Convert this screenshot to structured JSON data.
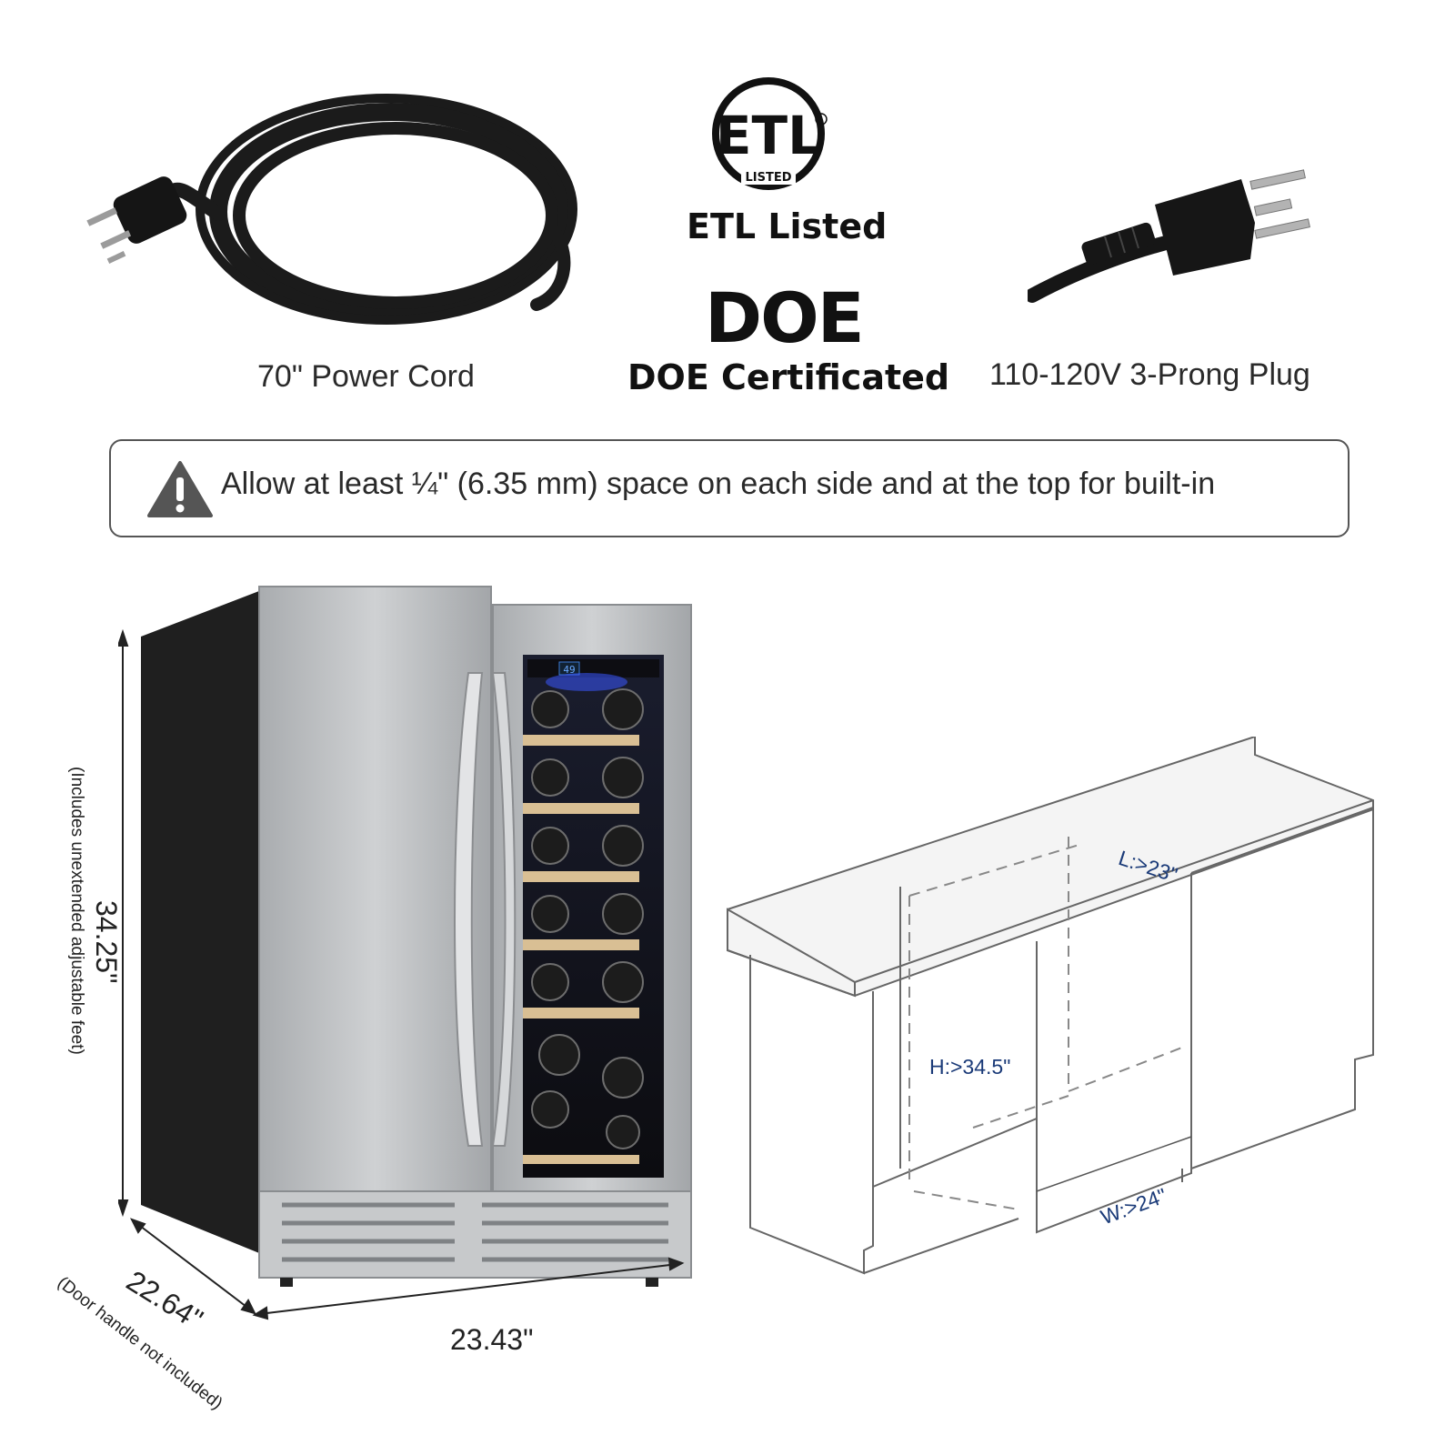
{
  "top": {
    "cord_caption": "70\" Power Cord",
    "etl_logo_text": "ETL",
    "etl_logo_sub": "LISTED",
    "etl_caption": "ETL Listed",
    "doe_logo_text": "DOE",
    "doe_caption": "DOE Certificated",
    "plug_caption": "110-120V 3-Prong Plug"
  },
  "warning": {
    "icon": "warning-triangle-icon",
    "text": "Allow at least ¼\" (6.35 mm) space on each side and at the top for built-in"
  },
  "fridge": {
    "height": "34.25\"",
    "height_note": "(Includes unextended adjustable feet)",
    "depth": "22.64\"",
    "depth_note": "(Door handle not included)",
    "width": "23.43\"",
    "display_temp": "49"
  },
  "cabinet": {
    "length": "L:>23\"",
    "height": "H:>34.5\"",
    "width": "W:>24\""
  },
  "colors": {
    "steel": "#b9bcbf",
    "cabinet_dark": "#2b2b2b",
    "shelf_wood": "#d9bf94",
    "blue_label": "#1a3a78"
  }
}
